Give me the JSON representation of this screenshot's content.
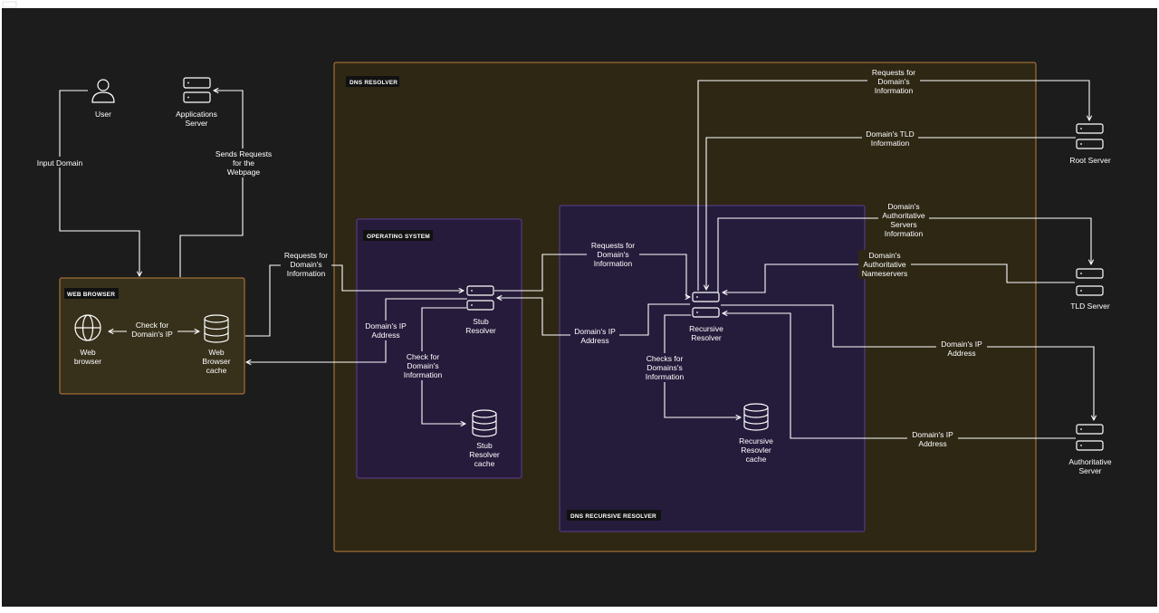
{
  "groups": {
    "dns_resolver": "DNS RESOLVER",
    "web_browser": "WEB BROWSER",
    "operating_system": "OPERATING SYSTEM",
    "dns_recursive_resolver": "DNS RECURSIVE RESOLVER"
  },
  "nodes": {
    "user": [
      "User"
    ],
    "app_server": [
      "Applications",
      "Server"
    ],
    "web_browser": [
      "Web",
      "browser"
    ],
    "browser_cache": [
      "Web",
      "Browser",
      "cache"
    ],
    "stub_resolver": [
      "Stub",
      "Resolver"
    ],
    "stub_cache": [
      "Stub",
      "Resolver",
      "cache"
    ],
    "recursive_resolver": [
      "Recursive",
      "Resolver"
    ],
    "recursive_cache": [
      "Recursive",
      "Resovler",
      "cache"
    ],
    "root_server": [
      "Root Server"
    ],
    "tld_server": [
      "TLD Server"
    ],
    "authoritative_server": [
      "Authoritative",
      "Server"
    ]
  },
  "edge_labels": {
    "input_domain": [
      "Input Domain"
    ],
    "sends_requests": [
      "Sends Requests",
      "for the",
      "Webpage"
    ],
    "check_ip": [
      "Check for",
      "Domain's IP"
    ],
    "browser_to_stub": [
      "Requests for",
      "Domain's",
      "Information"
    ],
    "stub_to_browser": [
      "Domain's IP",
      "Address"
    ],
    "stub_check": [
      "Check for",
      "Domain's",
      "Information"
    ],
    "stub_to_recursive": [
      "Requests for",
      "Domain's",
      "Information"
    ],
    "recursive_to_stub": [
      "Domain's IP",
      "Address"
    ],
    "recursive_check": [
      "Checks for",
      "Domains's",
      "Information"
    ],
    "to_root": [
      "Requests for",
      "Domain's",
      "Information"
    ],
    "from_root": [
      "Domain's TLD",
      "Information"
    ],
    "to_tld": [
      "Domain's",
      "Authoritative",
      "Servers",
      "Information"
    ],
    "from_tld": [
      "Domain's",
      "Authoritative",
      "Nameservers"
    ],
    "to_auth": [
      "Domain's IP",
      "Address"
    ],
    "from_auth": [
      "Domain's IP",
      "Address"
    ]
  },
  "colors": {
    "background": "#1c1c1c",
    "dns_resolver_fill": "#2e2714",
    "dns_resolver_border": "#b8823a",
    "web_browser_fill": "#37301b",
    "os_fill": "#261b3b",
    "os_border": "#5d3e93",
    "recursive_fill": "#251c3c",
    "recursive_border": "#5d3e93"
  }
}
